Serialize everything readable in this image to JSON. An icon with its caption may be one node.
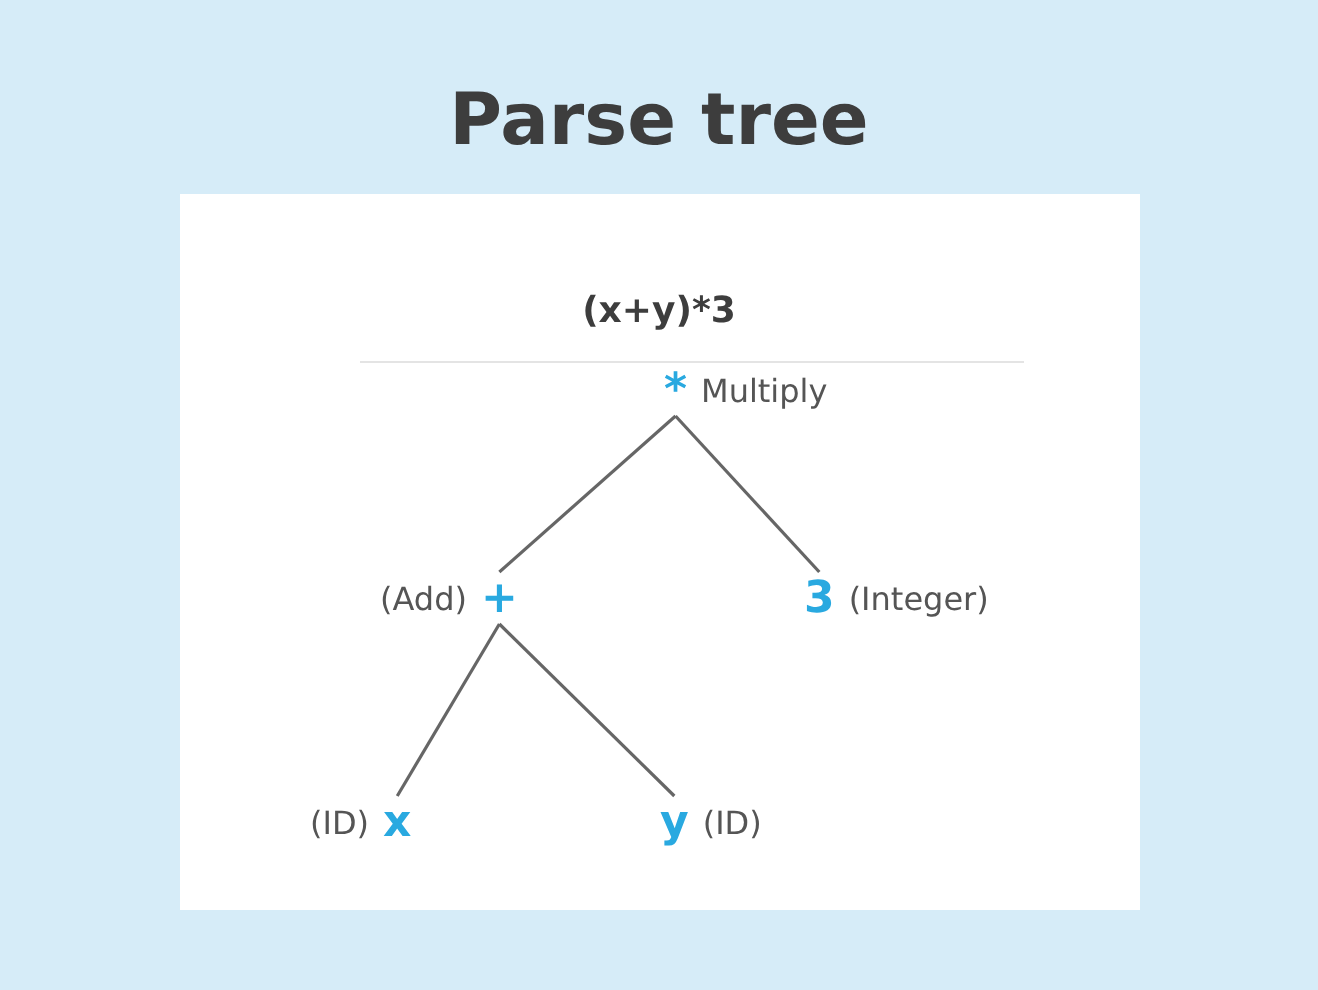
{
  "diagram": {
    "title": "Parse tree",
    "nodes": [
      {
        "text": [
          "*",
          "Multiply"
        ]
      },
      {
        "text": [
          "(Add)",
          "+"
        ]
      },
      {
        "text": [
          "3",
          "(Integer)"
        ]
      },
      {
        "text": [
          "(ID)",
          "x"
        ]
      },
      {
        "text": [
          "y",
          "(ID)"
        ]
      }
    ],
    "edges": [
      {
        "from": 0,
        "to": 1,
        "arrow": "none"
      },
      {
        "from": 0,
        "to": 2,
        "arrow": "none"
      },
      {
        "from": 1,
        "to": 3,
        "arrow": "none"
      },
      {
        "from": 1,
        "to": 4,
        "arrow": "none"
      }
    ],
    "labels": [
      "(x+y)*3"
    ]
  }
}
